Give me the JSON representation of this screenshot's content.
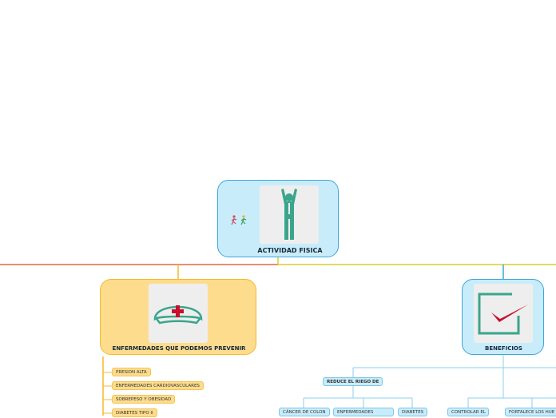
{
  "root": {
    "title": "ACTIVIDAD FISICA"
  },
  "left_branch": {
    "title": "ENFERMEDADES QUE PODEMOS PREVENIR",
    "items": [
      "PRESION ALTA",
      "ENFERMEDADES CARDIOVASCULARES",
      "SOBREPESO Y OBESIDAD",
      "DIABETES TIPO II"
    ]
  },
  "right_branch": {
    "title": "BENEFICIOS",
    "sub": {
      "title": "REDUCE EL RIEGO DE",
      "items": [
        "CÁNCER DE COLON",
        "ENFERMEDADES",
        "DIABETES"
      ]
    },
    "items": [
      "CONTROLAR EL",
      "FORTALECE LOS HUE"
    ]
  },
  "colors": {
    "blue": "#3ba6d8",
    "yellow": "#f5b92d",
    "teal": "#3aa58c",
    "red": "#c8102e",
    "line_red": "#e05a3a",
    "line_yellow": "#d9c92a"
  }
}
